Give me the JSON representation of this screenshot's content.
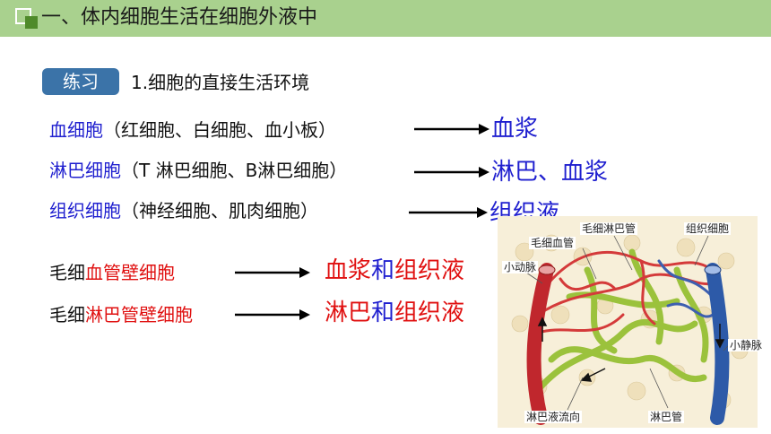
{
  "header": {
    "title": "一、体内细胞生活在细胞外液中"
  },
  "exercise": {
    "tag": "练习",
    "subtitle": "1.细胞的直接生活环境"
  },
  "rows": [
    {
      "main": "血细胞",
      "detail": "（红细胞、白细胞、血小板）",
      "result": "血浆"
    },
    {
      "main": "淋巴细胞",
      "detail": "（T 淋巴细胞、B淋巴细胞）",
      "result": "淋巴、血浆"
    },
    {
      "main": "组织细胞",
      "detail": "（神经细胞、肌肉细胞）",
      "result": "组织液"
    }
  ],
  "rows2": [
    {
      "prefix": "毛细",
      "main": "血管壁细胞",
      "result_a": "血浆",
      "result_and": "和",
      "result_b": "组织液"
    },
    {
      "prefix": "毛细",
      "main": "淋巴管壁细胞",
      "result_a": "淋巴",
      "result_and": "和",
      "result_b": "组织液"
    }
  ],
  "diagram": {
    "labels": {
      "lymph_capillary": "毛细淋巴管",
      "tissue_cell": "组织细胞",
      "blood_capillary": "毛细血管",
      "arteriole": "小动脉",
      "venule": "小静脉",
      "lymph_flow": "淋巴液流向",
      "lymph_vessel": "淋巴管"
    }
  },
  "colors": {
    "header": "#a9d18e",
    "tag": "#3b73a8",
    "blue": "#1f1fcf",
    "red": "#e01010"
  }
}
